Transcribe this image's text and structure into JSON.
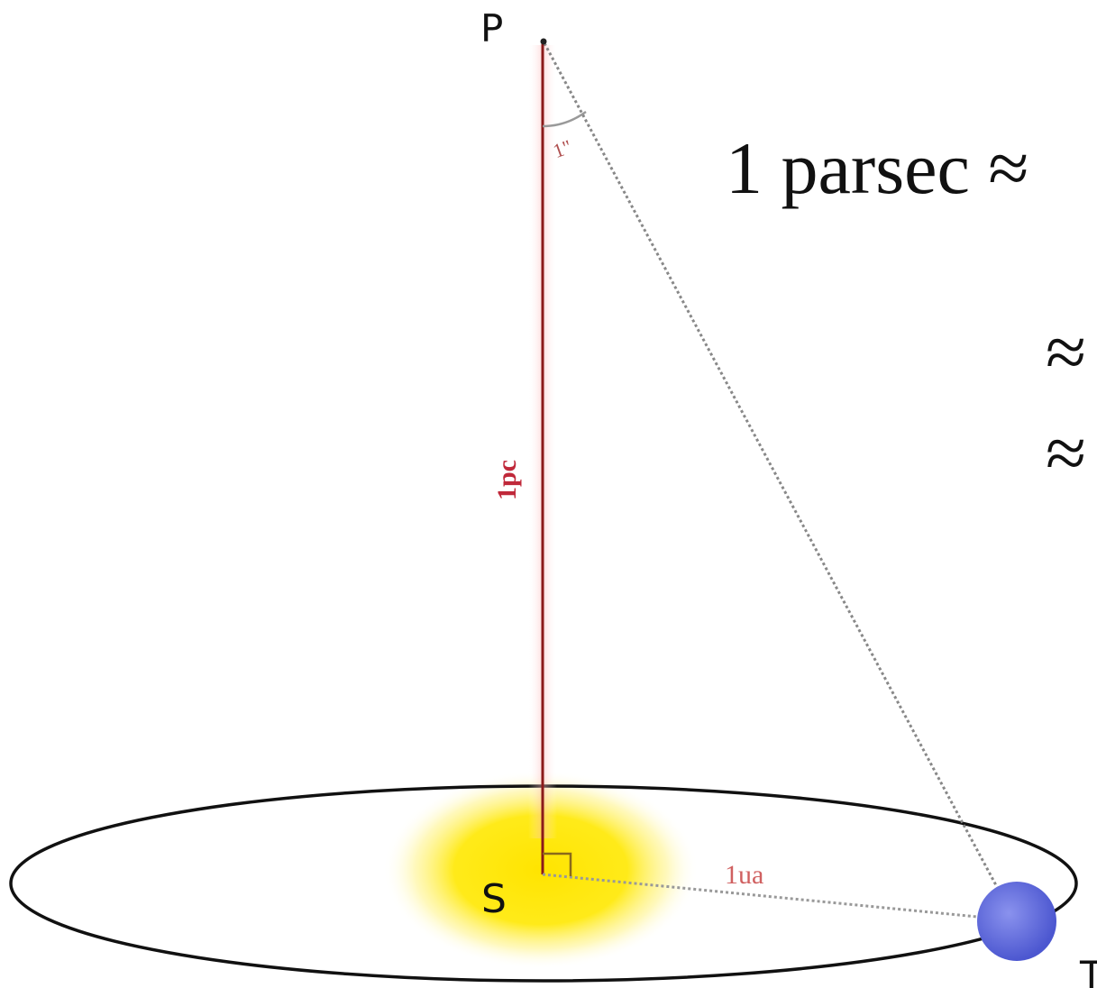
{
  "diagram": {
    "points": {
      "p": "P",
      "s": "S",
      "t": "T"
    },
    "labels": {
      "angle": "1\"",
      "distance_pc": "1pc",
      "distance_au": "1ua"
    },
    "equation": {
      "line1": "1 parsec ≈",
      "line2": "≈",
      "line3": "≈"
    },
    "colors": {
      "pc_line": "#8b1a1a",
      "pc_glow": "#ff9a9a",
      "sun": "#ffe000",
      "earth": "#5560d8",
      "orbit": "#111111",
      "dotted": "#888888",
      "au_label": "#d06060"
    }
  }
}
